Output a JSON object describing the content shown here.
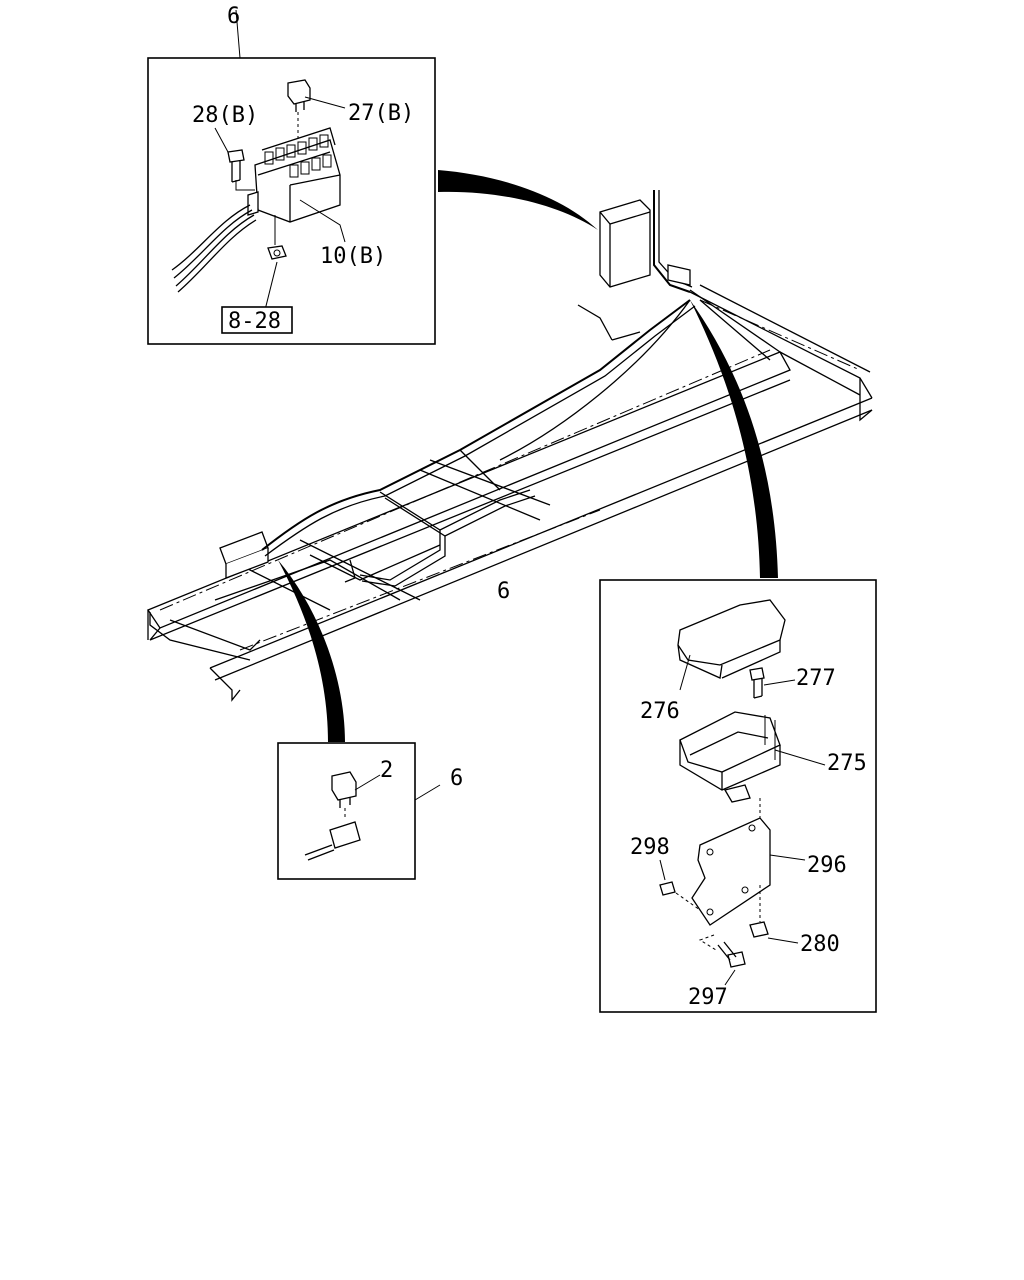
{
  "callouts": {
    "wiring_6_top": "6",
    "fuse_27b": "27(B)",
    "bolt_28b": "28(B)",
    "fuse_box_10b": "10(B)",
    "ref_8_28": "8-28",
    "harness_6_main": "6",
    "fuse_2": "2",
    "harness_6_small": "6",
    "cover_276": "276",
    "bolt_277": "277",
    "case_275": "275",
    "bracket_296": "296",
    "nut_298": "298",
    "nut_280": "280",
    "bolt_297": "297"
  }
}
